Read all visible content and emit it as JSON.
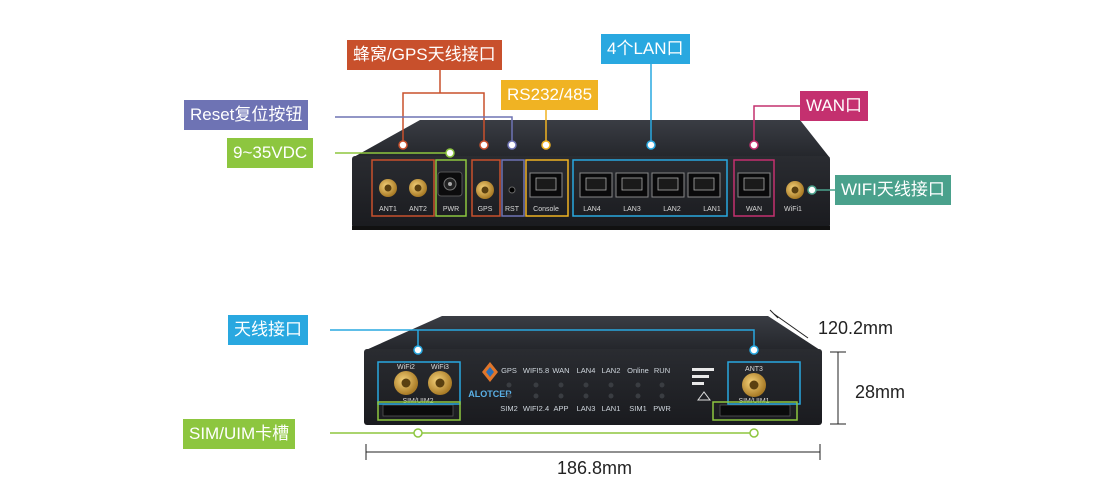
{
  "labels": {
    "cellular_gps_antenna": "蜂窝/GPS天线接口",
    "lan_ports": "4个LAN口",
    "rs232_485": "RS232/485",
    "reset_button": "Reset复位按钮",
    "wan_port": "WAN口",
    "power": "9~35VDC",
    "wifi_antenna": "WIFI天线接口",
    "antenna_port": "天线接口",
    "sim_slot": "SIM/UIM卡槽"
  },
  "colors": {
    "cellular_gps_antenna": "#c8502c",
    "lan_ports": "#29a8e0",
    "rs232_485": "#f0b323",
    "reset_button": "#6e73b4",
    "wan_port": "#c4306f",
    "power": "#8dc63f",
    "wifi_antenna": "#4aa18c",
    "antenna_port": "#29a8e0",
    "sim_slot": "#8dc63f"
  },
  "dimensions": {
    "depth": "120.2mm",
    "height": "28mm",
    "width": "186.8mm"
  },
  "back_panel": {
    "ports": [
      "ANT1",
      "ANT2",
      "PWR",
      "GPS",
      "RST",
      "Console",
      "LAN4",
      "LAN3",
      "LAN2",
      "LAN1",
      "WAN",
      "WiFi1"
    ]
  },
  "front_panel": {
    "brand": "ALOTCER",
    "antennas": [
      "WiFi2",
      "WiFi3",
      "ANT3"
    ],
    "slots": [
      "SIM/UIM2",
      "SIM/UIM1"
    ],
    "leds_top": [
      "GPS",
      "WIFI5.8",
      "WAN",
      "LAN4",
      "LAN2",
      "Online",
      "RUN"
    ],
    "leds_bottom": [
      "SIM2",
      "WIFI2.4",
      "APP",
      "LAN3",
      "LAN1",
      "SIM1",
      "PWR"
    ]
  }
}
